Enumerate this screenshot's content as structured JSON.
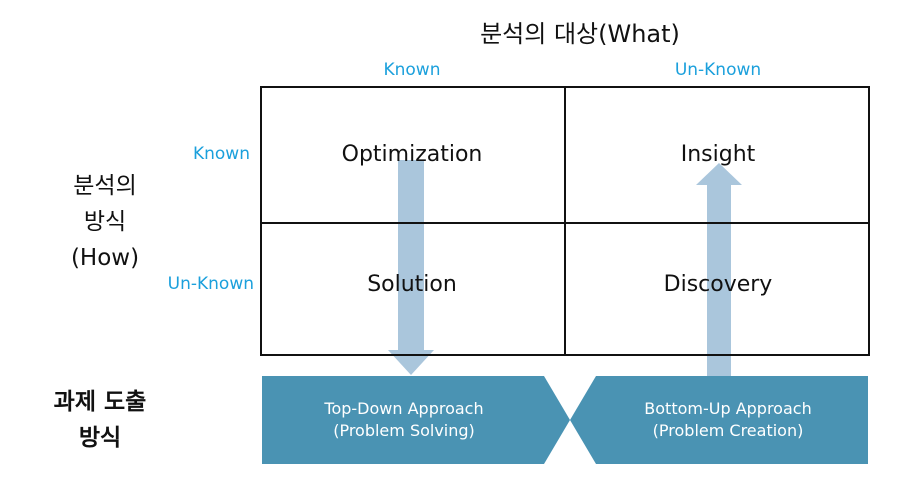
{
  "header": {
    "title": "분석의 대상(What)"
  },
  "columns": [
    "Known",
    "Un-Known"
  ],
  "rows": [
    "Known",
    "Un-Known"
  ],
  "side": {
    "line1": "분석의",
    "line2": "방식",
    "line3": "(How)"
  },
  "cells": {
    "known_known": "Optimization",
    "known_unknown": "Insight",
    "unknown_known": "Solution",
    "unknown_unknown": "Discovery"
  },
  "bottom": {
    "title_line1": "과제 도출",
    "title_line2": "방식",
    "left_line1": "Top-Down Approach",
    "left_line2": "(Problem Solving)",
    "right_line1": "Bottom-Up Approach",
    "right_line2": "(Problem Creation)"
  },
  "colors": {
    "accent_label": "#1ba0dc",
    "band": "#4a93b3",
    "arrow": "#aac6dc",
    "grid_line": "#111111"
  }
}
